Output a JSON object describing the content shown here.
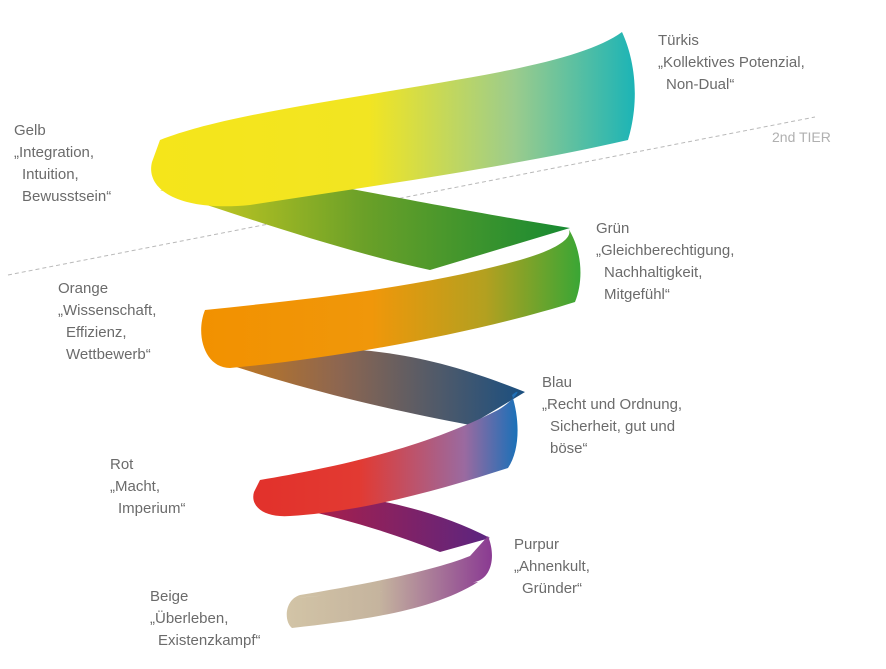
{
  "tier_label": "2nd TIER",
  "levels": {
    "tuerkis": {
      "name": "Türkis",
      "lines": [
        "„Kollektives Potenzial,",
        "Non-Dual“"
      ],
      "color": "#1fb5b5"
    },
    "gelb": {
      "name": "Gelb",
      "lines": [
        "„Integration,",
        "Intuition,",
        "Bewusstsein“"
      ],
      "color": "#f3e51c"
    },
    "gruen": {
      "name": "Grün",
      "lines": [
        "„Gleichberechtigung,",
        "Nachhaltigkeit,",
        "Mitgefühl“"
      ],
      "color": "#3da82e"
    },
    "orange": {
      "name": "Orange",
      "lines": [
        "„Wissenschaft,",
        "Effizienz,",
        "Wettbewerb“"
      ],
      "color": "#f29100"
    },
    "blau": {
      "name": "Blau",
      "lines": [
        "„Recht und Ordnung,",
        "Sicherheit, gut und",
        "böse“"
      ],
      "color": "#1a6db5"
    },
    "rot": {
      "name": "Rot",
      "lines": [
        "„Macht,",
        "Imperium“"
      ],
      "color": "#e2312b"
    },
    "purpur": {
      "name": "Purpur",
      "lines": [
        "„Ahnenkult,",
        "Gründer“"
      ],
      "color": "#7b2f8e"
    },
    "beige": {
      "name": "Beige",
      "lines": [
        "„Überleben,",
        "Existenzkampf“"
      ],
      "color": "#cfc2a6"
    }
  }
}
